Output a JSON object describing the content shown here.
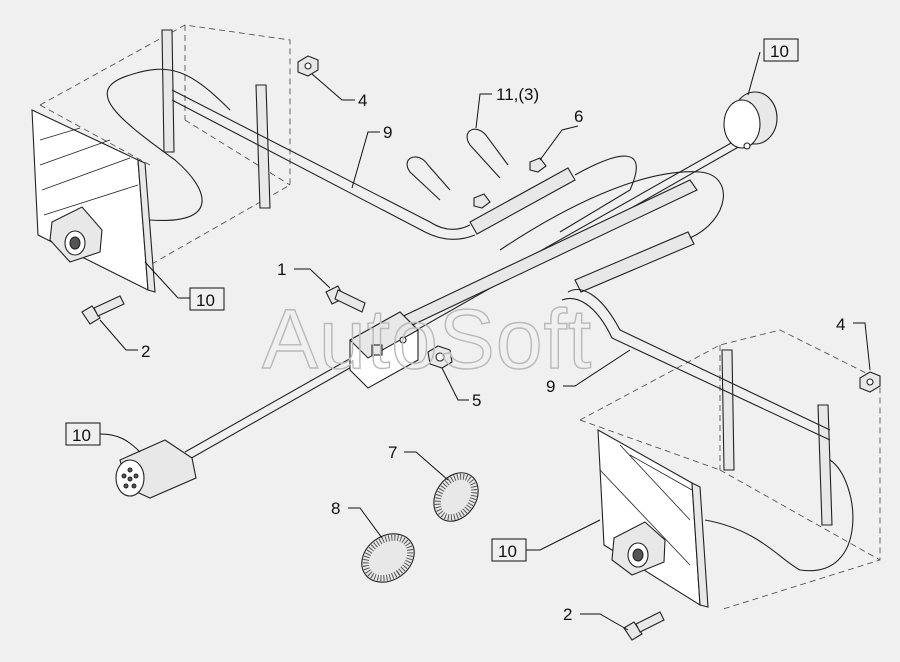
{
  "watermark": "AutoSoft",
  "callouts": {
    "c1": "1",
    "c2a": "2",
    "c2b": "2",
    "c4a": "4",
    "c4b": "4",
    "c5": "5",
    "c6": "6",
    "c7": "7",
    "c8": "8",
    "c9a": "9",
    "c9b": "9",
    "c10a": "10",
    "c10b": "10",
    "c10c": "10",
    "c10d": "10",
    "c11": "11,(3)"
  }
}
